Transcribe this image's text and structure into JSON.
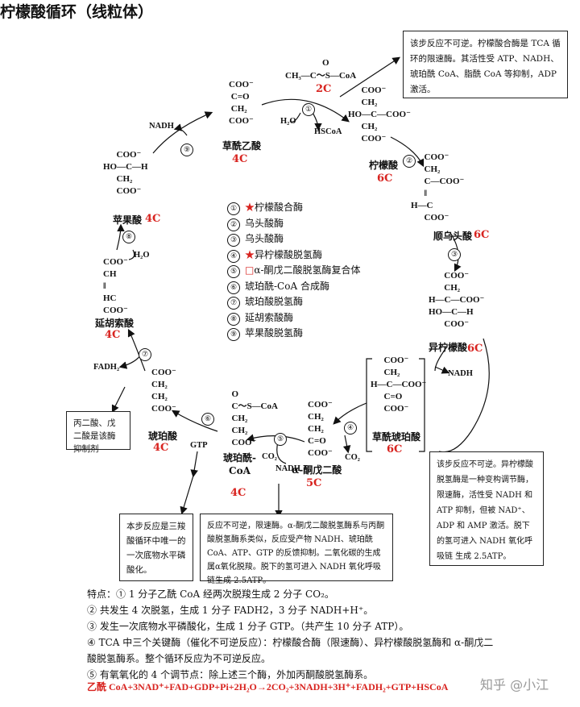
{
  "title": "柠檬酸循环（线粒体）",
  "acetyl_coa": {
    "formula": "CH₃—C～S—CoA",
    "o_label": "O",
    "carbons": "2C"
  },
  "molecules": {
    "oxaloacetate": {
      "structure": "COO⁻\n C=O\n CH₂\nCOO⁻",
      "name": "草酰乙酸",
      "carbons": "4C"
    },
    "citrate": {
      "structure": "      COO⁻\n      CH₂\nHO—C—COO⁻\n      CH₂\n      COO⁻",
      "name": "柠檬酸",
      "carbons": "6C"
    },
    "cis_aconitate": {
      "structure": "      COO⁻\n      CH₂\n      C—COO⁻\n      ‖\nH—C\n      COO⁻",
      "name": "顺乌头酸",
      "carbons": "6C"
    },
    "isocitrate": {
      "structure": "       COO⁻\n       CH₂\nH—C—COO⁻\nHO—C—H\n       COO⁻",
      "name": "异柠檬酸",
      "carbons": "6C"
    },
    "oxalosuccinate": {
      "structure": "      COO⁻\n      CH₂\nH—C—COO⁻\n      C=O\n      COO⁻",
      "name": "草酰琥珀酸",
      "carbons": "6C"
    },
    "alpha_kg": {
      "structure": "COO⁻\nCH₂\nCH₂\nC=O\nCOO⁻",
      "name": "α-酮戊二酸",
      "carbons": "5C"
    },
    "succinyl_coa": {
      "structure": "  O\n  C～S—CoA\n  CH₂\n  CH₂\n  COO⁻",
      "name": "琥珀酰-\nCoA",
      "carbons": "4C"
    },
    "succinate": {
      "structure": "COO⁻\nCH₂\nCH₂\nCOO⁻",
      "name": "琥珀酸",
      "carbons": "4C"
    },
    "fumarate": {
      "structure": "COO⁻\nCH\n‖\nHC\nCOO⁻",
      "name": "延胡索酸",
      "carbons": "4C"
    },
    "malate": {
      "structure": "      COO⁻\nHO—C—H\n      CH₂\n      COO⁻",
      "name": "苹果酸",
      "carbons": "4C"
    }
  },
  "small_molecules": {
    "h2o_1": "H₂O",
    "hscoa": "HSCoA",
    "nadh_1": "NADH",
    "nadh_2": "NADH",
    "co2_1": "CO₂",
    "co2_2": "CO₂",
    "nadh_3": "NADH",
    "gtp": "GTP",
    "fadh2": "FADH₂",
    "h2o_2": "H₂O"
  },
  "step_numbers": [
    "①",
    "②",
    "③",
    "④",
    "⑤",
    "⑥",
    "⑦",
    "⑧",
    "⑨"
  ],
  "enzymes": [
    {
      "num": "①",
      "mark": "★",
      "name": "柠檬酸合酶"
    },
    {
      "num": "②",
      "mark": "",
      "name": "乌头酸酶"
    },
    {
      "num": "③",
      "mark": "",
      "name": "乌头酸酶"
    },
    {
      "num": "④",
      "mark": "★",
      "name": "异柠檬酸脱氢酶"
    },
    {
      "num": "⑤",
      "mark": "□",
      "name": "α-酮戊二酸脱氢酶复合体"
    },
    {
      "num": "⑥",
      "mark": "",
      "name": "琥珀酰-CoA 合成酶"
    },
    {
      "num": "⑦",
      "mark": "",
      "name": "琥珀酸脱氢酶"
    },
    {
      "num": "⑧",
      "mark": "",
      "name": "延胡索酸酶"
    },
    {
      "num": "⑨",
      "mark": "",
      "name": "苹果酸脱氢酶"
    }
  ],
  "callouts": {
    "citrate_synthase": "该步反应不可逆。柠檬酸合酶是 TCA 循环的限速酶。其活性受 ATP、NADH、琥珀酰 CoA、脂酰 CoA 等抑制，ADP 激活。",
    "succinate_dh": "丙二酸、戊二酸是该酶抑制剂",
    "substrate_phos": "本步反应是三羧酸循环中唯一的一次底物水平磷酸化。",
    "akg_dh": "反应不可逆，限速酶。α-酮戊二酸脱氢酶系与丙酮酸脱氢酶系类似，反应受产物 NADH、琥珀酰 CoA、ATP、GTP 的反馈抑制。二氧化碳的生成属α氧化脱羧。脱下的氢可进入 NADH 氧化呼吸链生成 2.5ATP。",
    "idh": "该步反应不可逆。异柠檬酸脱氢酶是一种变构调节酶，限速酶，活性受 NADH 和 ATP 抑制，但被 NAD⁺、ADP 和 AMP 激活。脱下的氢可进入 NADH 氧化呼吸链 生成 2.5ATP。"
  },
  "notes": [
    "特点：① 1 分子乙酰 CoA 经两次脱羧生成 2 分子 CO₂。",
    "② 共发生 4 次脱氢，生成 1 分子 FADH2，3 分子 NADH+H⁺。",
    "③ 发生一次底物水平磷酸化，生成 1 分子 GTP。（共产生 10 分子 ATP）。",
    "④ TCA 中三个关键酶（催化不可逆反应）：柠檬酸合酶（限速酶）、异柠檬酸脱氢酶和 α-酮戊二",
    "酸脱氢酶系。整个循环反应为不可逆反应。",
    "⑤ 有氧氧化的 4 个调节点：除上述三个酶，外加丙酮酸脱氢酶系。"
  ],
  "equation": "乙酰 CoA+3NAD⁺+FAD+GDP+Pi+2H₂O→2CO₂+3NADH+3H⁺+FADH₂+GTP+HSCoA",
  "watermark": "知乎 @小江",
  "colors": {
    "accent": "#d8231f",
    "text": "#111111",
    "border": "#222222"
  }
}
